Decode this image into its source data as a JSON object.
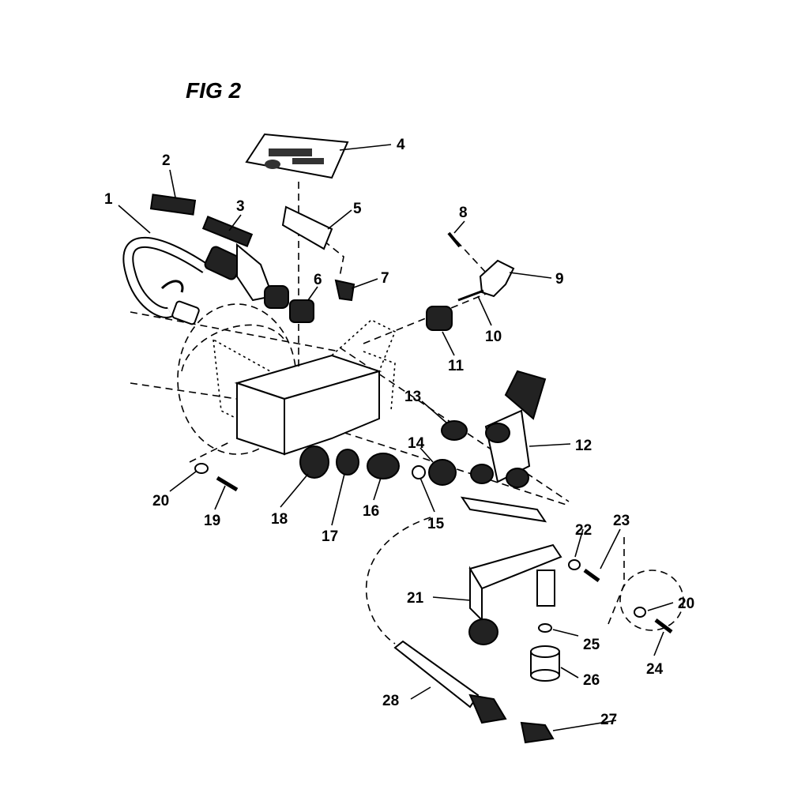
{
  "figure": {
    "title": "FIG 2",
    "callouts": [
      {
        "id": "c1",
        "label": "1"
      },
      {
        "id": "c2",
        "label": "2"
      },
      {
        "id": "c3",
        "label": "3"
      },
      {
        "id": "c4",
        "label": "4"
      },
      {
        "id": "c5",
        "label": "5"
      },
      {
        "id": "c6",
        "label": "6"
      },
      {
        "id": "c7",
        "label": "7"
      },
      {
        "id": "c8",
        "label": "8"
      },
      {
        "id": "c9",
        "label": "9"
      },
      {
        "id": "c10",
        "label": "10"
      },
      {
        "id": "c11",
        "label": "11"
      },
      {
        "id": "c12",
        "label": "12"
      },
      {
        "id": "c13",
        "label": "13"
      },
      {
        "id": "c14",
        "label": "14"
      },
      {
        "id": "c15",
        "label": "15"
      },
      {
        "id": "c16",
        "label": "16"
      },
      {
        "id": "c17",
        "label": "17"
      },
      {
        "id": "c18",
        "label": "18"
      },
      {
        "id": "c19",
        "label": "19"
      },
      {
        "id": "c20a",
        "label": "20"
      },
      {
        "id": "c20b",
        "label": "20"
      },
      {
        "id": "c21",
        "label": "21"
      },
      {
        "id": "c22",
        "label": "22"
      },
      {
        "id": "c23",
        "label": "23"
      },
      {
        "id": "c24",
        "label": "24"
      },
      {
        "id": "c25",
        "label": "25"
      },
      {
        "id": "c26",
        "label": "26"
      },
      {
        "id": "c27",
        "label": "27"
      },
      {
        "id": "c28",
        "label": "28"
      }
    ]
  }
}
